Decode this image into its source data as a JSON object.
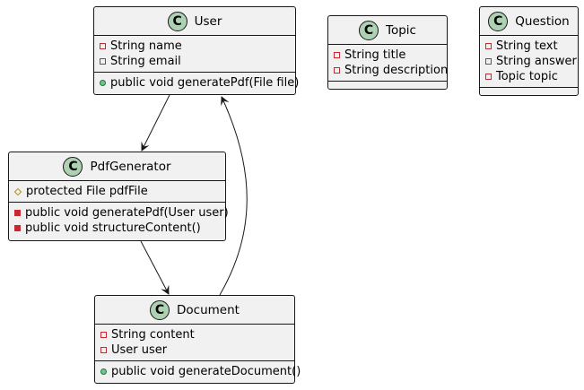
{
  "classes": {
    "user": {
      "name": "User",
      "badge": "C",
      "attributes": [
        "String name",
        "String email"
      ],
      "operations": [
        "public void generatePdf(File file)"
      ]
    },
    "topic": {
      "name": "Topic",
      "badge": "C",
      "attributes": [
        "String title",
        "String description"
      ],
      "operations": []
    },
    "question": {
      "name": "Question",
      "badge": "C",
      "attributes": [
        "String text",
        "String answer",
        "Topic topic"
      ],
      "operations": []
    },
    "pdfgenerator": {
      "name": "PdfGenerator",
      "badge": "C",
      "attributes": [
        "protected File pdfFile"
      ],
      "operations": [
        "public void generatePdf(User user)",
        "public void structureContent()"
      ]
    },
    "document": {
      "name": "Document",
      "badge": "C",
      "attributes": [
        "String content",
        "User user"
      ],
      "operations": [
        "public void generateDocument()"
      ]
    }
  },
  "relations": [
    {
      "from": "User",
      "to": "PdfGenerator"
    },
    {
      "from": "PdfGenerator",
      "to": "Document"
    },
    {
      "from": "Document",
      "to": "User"
    }
  ],
  "colors": {
    "class_fill": "#f1f1f1",
    "border": "#181818",
    "badge_fill": "#add1b2",
    "private": "#c82930",
    "public": "#84be84",
    "protected": "#b38d22"
  }
}
